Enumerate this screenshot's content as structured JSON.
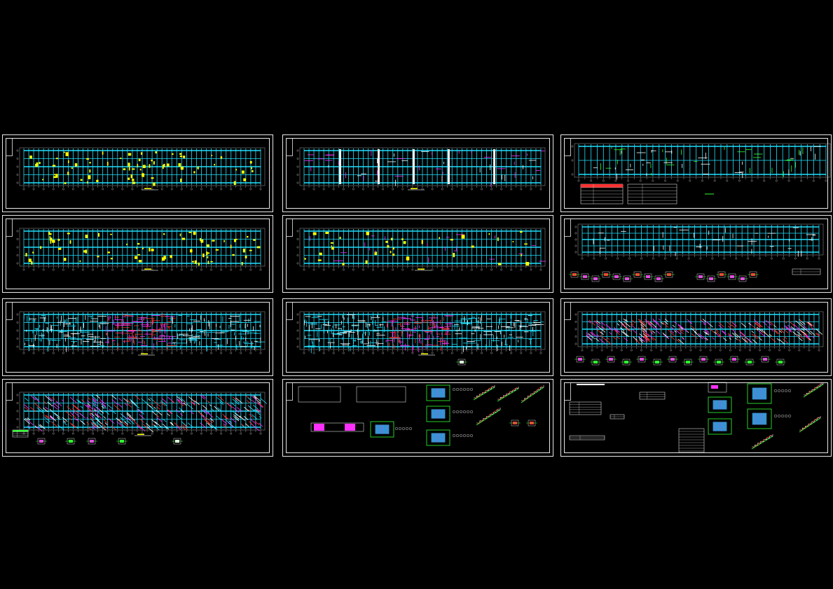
{
  "canvas": {
    "background": "#000000",
    "sheet_border": "#e8e8e8"
  },
  "palette": {
    "grid": "#20e0ff",
    "axis": "#c8c8c8",
    "column": "#ffff00",
    "rebar_red": "#ff3030",
    "rebar_magenta": "#ff30ff",
    "green": "#30ff30",
    "white": "#ffffff"
  },
  "sheets": [
    {
      "id": "sheet-1",
      "row": 0,
      "col": 0,
      "kind": "plan-columns"
    },
    {
      "id": "sheet-2",
      "row": 0,
      "col": 1,
      "kind": "plan-walls"
    },
    {
      "id": "sheet-3",
      "row": 0,
      "col": 2,
      "kind": "plan-foundation-table"
    },
    {
      "id": "sheet-4",
      "row": 1,
      "col": 0,
      "kind": "plan-columns"
    },
    {
      "id": "sheet-5",
      "row": 1,
      "col": 1,
      "kind": "plan-columns-sparse"
    },
    {
      "id": "sheet-6",
      "row": 1,
      "col": 2,
      "kind": "plan-beams-details"
    },
    {
      "id": "sheet-7",
      "row": 2,
      "col": 0,
      "kind": "plan-slab-rebar"
    },
    {
      "id": "sheet-8",
      "row": 2,
      "col": 1,
      "kind": "plan-slab-rebar"
    },
    {
      "id": "sheet-9",
      "row": 2,
      "col": 2,
      "kind": "plan-roof-rebar"
    },
    {
      "id": "sheet-10",
      "row": 3,
      "col": 0,
      "kind": "plan-roof-dense"
    },
    {
      "id": "sheet-11",
      "row": 3,
      "col": 1,
      "kind": "stair-details"
    },
    {
      "id": "sheet-12",
      "row": 3,
      "col": 2,
      "kind": "general-notes"
    }
  ]
}
